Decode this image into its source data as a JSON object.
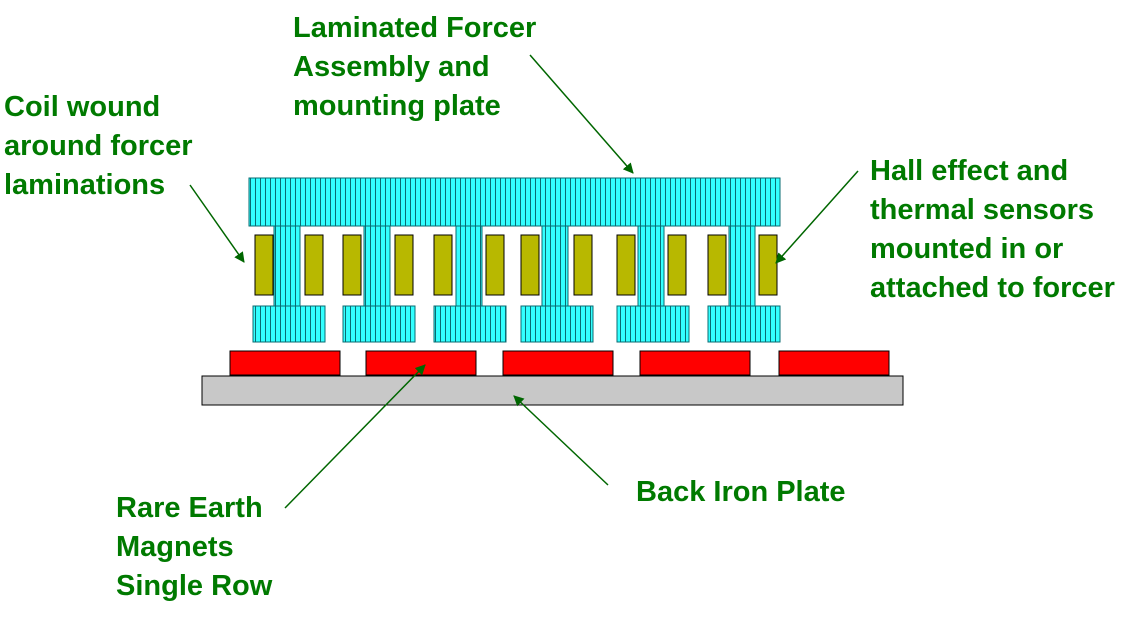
{
  "labels": {
    "forcer": [
      "Laminated Forcer",
      "Assembly and",
      "mounting plate"
    ],
    "coil": [
      "Coil wound",
      "around forcer",
      "laminations"
    ],
    "sensors": [
      "Hall effect and",
      "thermal sensors",
      "mounted in or",
      "attached to forcer"
    ],
    "magnets": [
      "Rare Earth",
      "Magnets",
      "Single Row"
    ],
    "back_iron": [
      "Back Iron Plate"
    ]
  },
  "colors": {
    "label_text": "#007a00",
    "lamination_fill": "#33ffff",
    "lamination_line": "#0a6b72",
    "coil_fill": "#b8b800",
    "magnet_fill": "#ff0000",
    "back_iron_fill": "#c8c8c8",
    "outline": "#000000",
    "leader_line": "#006600"
  },
  "counts": {
    "teeth": 6,
    "magnets": 5
  }
}
